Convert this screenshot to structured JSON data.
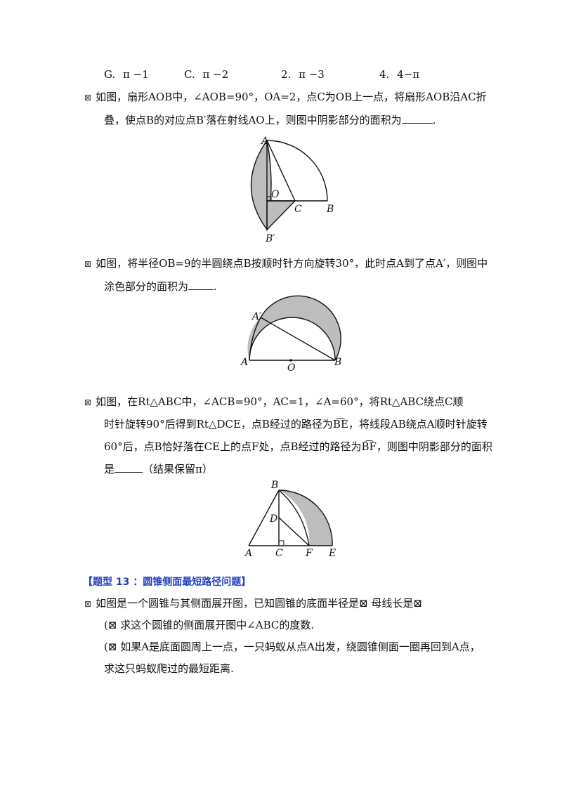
{
  "options": [
    {
      "letter": "G.",
      "text": "π −1"
    },
    {
      "letter": "C.",
      "text": "π −2"
    },
    {
      "letter": "2.",
      "text": "π −3"
    },
    {
      "letter": "4.",
      "text": "4−π"
    }
  ],
  "q1": {
    "mark": "⊠",
    "line1": "如图，扇形AOB中，∠AOB=90°，OA=2，点C为OB上一点，将扇形AOB沿AC折",
    "line2": "叠，使点B的对应点B′落在射线AO上，则图中阴影部分的面积为",
    "line2_end": ".",
    "labels": {
      "A": "A",
      "O": "O",
      "C": "C",
      "B": "B",
      "B2": "B′"
    }
  },
  "q2": {
    "mark": "⊠",
    "line1": "如图，将半径OB=9的半圆绕点B按顺时针方向旋转30°，此时点A到了点A′，则图中",
    "line2": "涂色部分的面积为",
    "line2_end": ".",
    "labels": {
      "A2": "A′",
      "A": "A",
      "O": "O",
      "B": "B"
    }
  },
  "q3": {
    "mark": "⊠",
    "line1": "如图，在Rt△ABC中，∠ACB=90°，AC=1，∠A=60°，将Rt△ABC绕点C顺",
    "line2": "时针旋转90°后得到Rt△DCE，点B经过的路径为B͡E，将线段AB绕点A顺时针旋转",
    "line3": "60°后，点B恰好落在CE上的点F处，点B经过的路径为B͡F，则图中阴影部分的面积",
    "line4_pre": "是",
    "line4_post": "（结果保留π）",
    "labels": {
      "B": "B",
      "D": "D",
      "A": "A",
      "C": "C",
      "F": "F",
      "E": "E"
    }
  },
  "section": {
    "heading": "【题型 13 ：圆锥侧面最短路径问题】"
  },
  "q4": {
    "mark": "⊠",
    "line1": "如图是一个圆锥与其侧面展开图，已知圆锥的底面半径是⊠ 母线长是⊠",
    "part1": "(⊠ 求这个圆锥的侧面展开图中∠ABC的度数.",
    "part2": "(⊠ 如果A是底面圆周上一点，一只蚂蚁从点A出发，绕圆锥侧面一圈再回到A点，",
    "part2_cont": "求这只蚂蚁爬过的最短距离."
  }
}
